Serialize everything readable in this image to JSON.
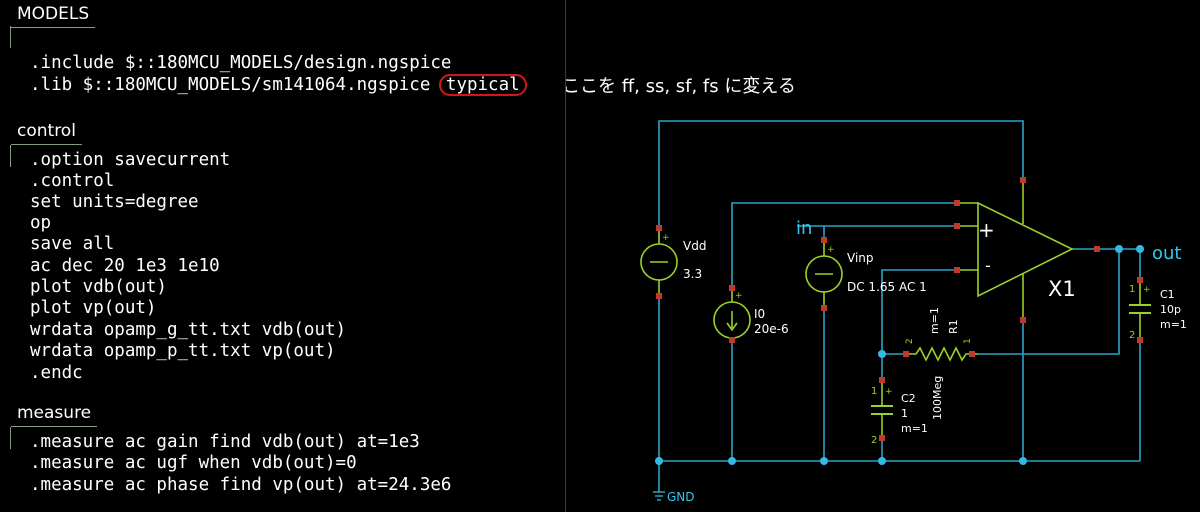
{
  "colors": {
    "wire": "#2aa3c8",
    "component": "#9cd12a",
    "pin": "#c0392b",
    "junction": "#36b8e0",
    "label_net": "#33c6f0",
    "text": "#ffffff",
    "highlight_circle": "#d01818"
  },
  "blocks": {
    "models": {
      "title": "MODELS",
      "lines": [
        ".include $::180MCU_MODELS/design.ngspice",
        ".lib $::180MCU_MODELS/sm141064.ngspice "
      ],
      "highlight": "typical",
      "annotation": "ここを ff, ss, sf, fs に変える"
    },
    "control": {
      "title": "control",
      "lines": [
        ".option savecurrent",
        ".control",
        "set units=degree",
        "op",
        "save all",
        "ac dec 20 1e3 1e10",
        "plot vdb(out)",
        "plot vp(out)",
        "wrdata opamp_g_tt.txt vdb(out)",
        "wrdata opamp_p_tt.txt vp(out)",
        ".endc"
      ]
    },
    "measure": {
      "title": "measure",
      "lines": [
        ".measure ac gain find vdb(out) at=1e3",
        ".measure ac ugf when vdb(out)=0",
        ".measure ac phase find vp(out) at=24.3e6"
      ]
    }
  },
  "schematic": {
    "vdd": {
      "name": "Vdd",
      "value": "3.3",
      "plus": "+"
    },
    "i0": {
      "name": "I0",
      "value": "20e-6",
      "plus": "+"
    },
    "vinp": {
      "name": "Vinp",
      "value": "DC 1.65 AC 1",
      "plus": "+"
    },
    "x1": {
      "name": "X1",
      "plus": "+",
      "minus": "-"
    },
    "r1": {
      "name": "R1",
      "value": "100Meg",
      "mult": "m=1",
      "pin1": "1",
      "pin2": "2"
    },
    "c1": {
      "name": "C1",
      "value": "10p",
      "mult": "m=1",
      "pin1": "1",
      "pin2": "2",
      "plus": "+"
    },
    "c2": {
      "name": "C2",
      "value": "1",
      "mult": "m=1",
      "pin1": "1",
      "pin2": "2",
      "plus": "+"
    },
    "nets": {
      "in": "in",
      "out": "out",
      "gnd": "GND"
    }
  }
}
